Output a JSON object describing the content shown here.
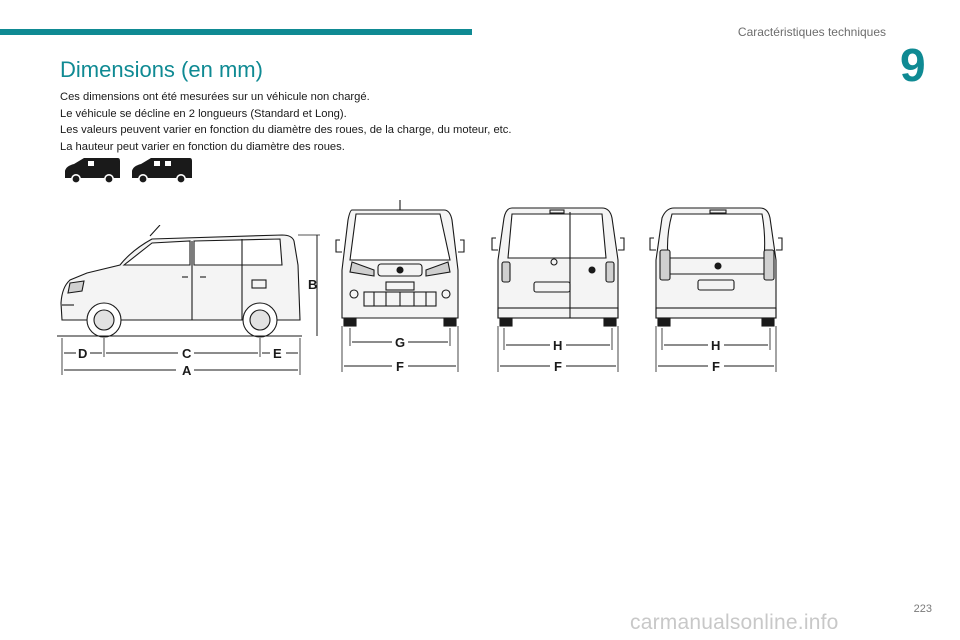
{
  "header": {
    "section_title": "Caractéristiques techniques",
    "chapter_number": "9",
    "accent_color": "#0f8a93"
  },
  "page": {
    "title": "Dimensions (en mm)",
    "intro_lines": [
      "Ces dimensions ont été mesurées sur un véhicule non chargé.",
      "Le véhicule se décline en 2 longueurs (Standard et Long).",
      "Les valeurs peuvent varier en fonction du diamètre des roues, de la charge, du moteur, etc.",
      "La hauteur peut varier en fonction du diamètre des roues."
    ],
    "number": "223"
  },
  "icons": [
    {
      "name": "standard-length-van-icon"
    },
    {
      "name": "long-length-van-icon"
    }
  ],
  "figures": {
    "side": {
      "labels": {
        "A": "A",
        "B": "B",
        "C": "C",
        "D": "D",
        "E": "E"
      }
    },
    "front": {
      "labels": {
        "G": "G",
        "F": "F"
      }
    },
    "rear_tailgate": {
      "labels": {
        "H": "H",
        "F": "F"
      }
    },
    "rear_doors": {
      "labels": {
        "H": "H",
        "F": "F"
      }
    }
  },
  "watermark": "carmanualsonline.info"
}
